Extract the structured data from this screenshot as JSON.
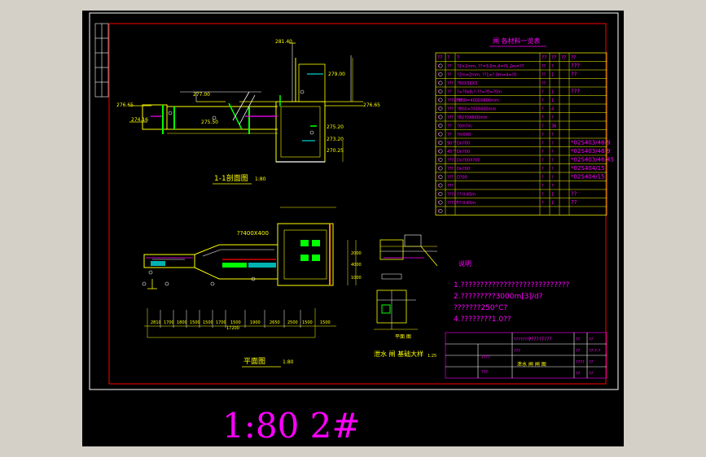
{
  "section_title": "1-1剖面图",
  "section_scale": "1:80",
  "plan_title": "平面图",
  "plan_scale": "1:80",
  "detail_title": "泄水 闸 基础大样",
  "detail_scale": "1:25",
  "detail_note": "平面 图",
  "pipe_label": "??400X400",
  "table_title": "闸 各材料一览表",
  "table_headers": [
    "??",
    "?",
    "?",
    "??",
    "??",
    "??",
    "??"
  ],
  "table_rows": [
    [
      "?",
      "??",
      "?2×2mm, ??=3.0m,4=?1.2m=??",
      "??",
      "?",
      "???"
    ],
    [
      "?",
      "??",
      "?2m=2mm, ??1=?.0m=4=?0",
      "??",
      "1",
      "??"
    ],
    [
      "?",
      "???",
      "?50X50X5",
      "??",
      "",
      ""
    ],
    [
      "?",
      "??",
      "?=?0x0,?-??=?0=?0m",
      "?",
      "1",
      "???"
    ],
    [
      "?",
      "???????",
      "?800=4000X600mm",
      "?",
      "1",
      ""
    ],
    [
      "?",
      "???",
      "?80X=?00X600mm",
      "?",
      "4",
      ""
    ],
    [
      "?",
      "???",
      "?82?0X600mm",
      "?",
      "?",
      ""
    ],
    [
      "?",
      "??",
      "?0m?m",
      "?",
      "36",
      ""
    ],
    [
      "?",
      "??",
      "?m0X0",
      "?",
      "?",
      ""
    ],
    [
      "?",
      "90°?",
      "Dn?00",
      "?",
      "?",
      "*02S403/46-9"
    ],
    [
      "?",
      "45°?",
      "Dn?00",
      "?",
      "?",
      "*02S403/46-9"
    ],
    [
      "?",
      "????",
      "Dn?00X?00",
      "?",
      "?",
      "*02S403/46-45"
    ],
    [
      "?",
      "???",
      "Dn?00",
      "?",
      "?",
      "*02S404/15"
    ],
    [
      "?",
      "???",
      "D?00",
      "?",
      "?",
      "*02S404/15"
    ],
    [
      "?",
      "???",
      "",
      "?",
      "?",
      ""
    ],
    [
      "?",
      "????",
      "??-0.65m",
      "?",
      "1",
      "??"
    ],
    [
      "?",
      "?????",
      "??-0.65m",
      "?",
      "1",
      "??"
    ],
    [
      "?",
      "",
      "",
      "",
      "",
      ""
    ]
  ],
  "notes_title": "说明",
  "notes": [
    "1.????????????????????????????",
    "2.?????????3000m[3]/d?",
    "  ???????250°C?",
    "4.????????1.0??"
  ],
  "title_block": {
    "row1": [
      "????????",
      "??",
      "??"
    ],
    "row2": [
      "???",
      "??",
      "??-?-?"
    ],
    "row3": [
      "????",
      "????",
      "??"
    ],
    "row4": [
      "???",
      "??",
      "??"
    ],
    "drawing_name": "泄水 闸 闸 图",
    "project": "?????????"
  },
  "big_label": "1:80 2#",
  "levels": {
    "l1": "281.40",
    "l2": "279.00",
    "l3": "277.00",
    "l4": "276.65",
    "l5": "276.65",
    "l6": "274.16",
    "l7": "275.50",
    "l8": "275.20",
    "l9": "273.20",
    "l10": "270.25"
  },
  "plan_dims": [
    "2810",
    "1700",
    "1800",
    "1500",
    "1500",
    "1700",
    "1500",
    "1900",
    "2650",
    "2500",
    "1500",
    "1500"
  ],
  "plan_total": "17200",
  "right_dims": [
    "4000",
    "2000",
    "1000"
  ],
  "colors": {
    "sheet": "#000000",
    "frame_red": "#ff0000",
    "line_white": "#ffffff",
    "line_yellow": "#ffff00",
    "accent_magenta": "#ff00ff",
    "line_green": "#00ff00",
    "line_cyan": "#00ffff"
  }
}
